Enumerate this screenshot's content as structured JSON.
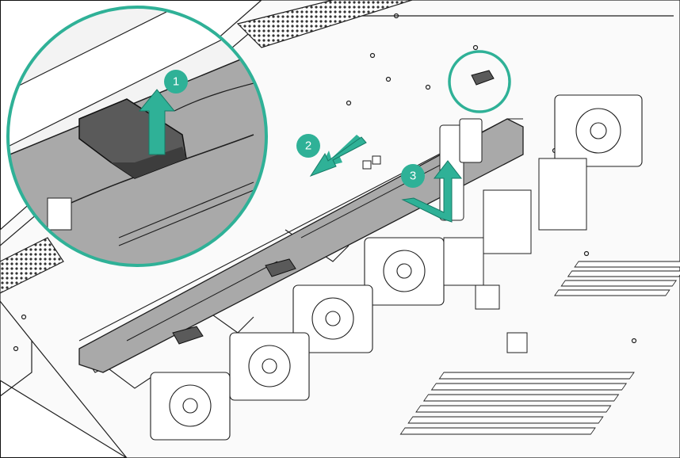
{
  "steps": [
    {
      "number": "1"
    },
    {
      "number": "2"
    },
    {
      "number": "3"
    }
  ],
  "colors": {
    "accent": "#2fb197",
    "part_highlight": "#a9a9a9",
    "tab_dark": "#5a5a5a",
    "line": "#1e1e1e",
    "background": "#ffffff"
  },
  "icons": [
    "zoom-callout-icon",
    "arrow-up-icon",
    "arrow-left-icon",
    "arrow-down-up-icon"
  ]
}
